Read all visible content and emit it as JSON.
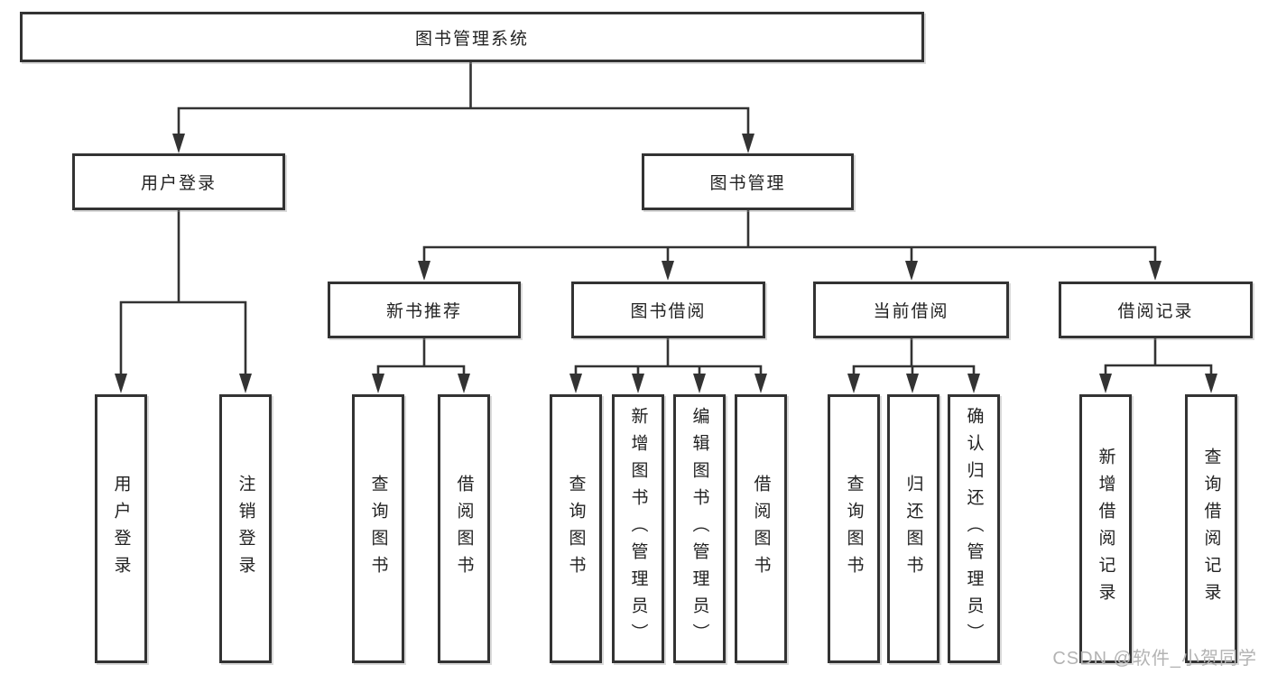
{
  "tree": {
    "label": "图书管理系统",
    "children": [
      {
        "label": "用户登录",
        "children": [
          {
            "label": "用户登录"
          },
          {
            "label": "注销登录"
          }
        ]
      },
      {
        "label": "图书管理",
        "children": [
          {
            "label": "新书推荐",
            "children": [
              {
                "label": "查询图书"
              },
              {
                "label": "借阅图书"
              }
            ]
          },
          {
            "label": "图书借阅",
            "children": [
              {
                "label": "查询图书"
              },
              {
                "label": "新增图书（管理员）"
              },
              {
                "label": "编辑图书（管理员）"
              },
              {
                "label": "借阅图书"
              }
            ]
          },
          {
            "label": "当前借阅",
            "children": [
              {
                "label": "查询图书"
              },
              {
                "label": "归还图书"
              },
              {
                "label": "确认归还（管理员）"
              }
            ]
          },
          {
            "label": "借阅记录",
            "children": [
              {
                "label": "新增借阅记录"
              },
              {
                "label": "查询借阅记录"
              }
            ]
          }
        ]
      }
    ]
  },
  "watermark": {
    "text": "CSDN @软件_小贺同学"
  },
  "colors": {
    "line": "#333333",
    "text": "#222222",
    "background": "#ffffff",
    "watermark": "#b3b3b3"
  }
}
